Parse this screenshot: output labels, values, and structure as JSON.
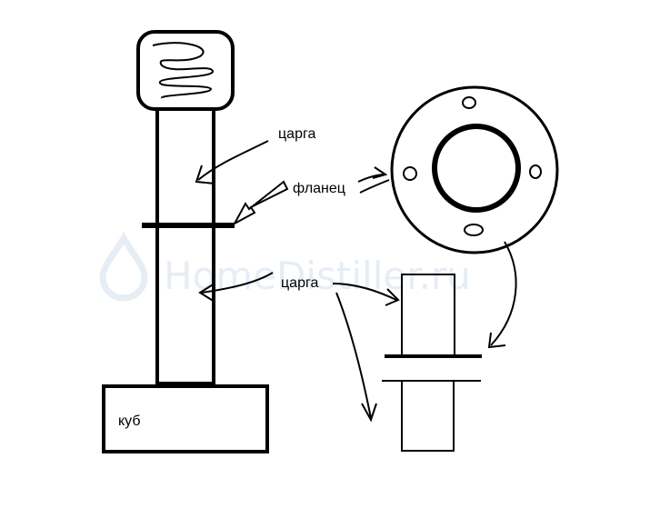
{
  "watermark": {
    "text": "HomeDistiller.ru",
    "color": "#dfe8f2"
  },
  "labels": {
    "tsarga_top": "царга",
    "flanets": "фланец",
    "tsarga_bottom": "царга",
    "kub": "куб"
  },
  "colors": {
    "ink": "#000000",
    "background": "#ffffff"
  }
}
